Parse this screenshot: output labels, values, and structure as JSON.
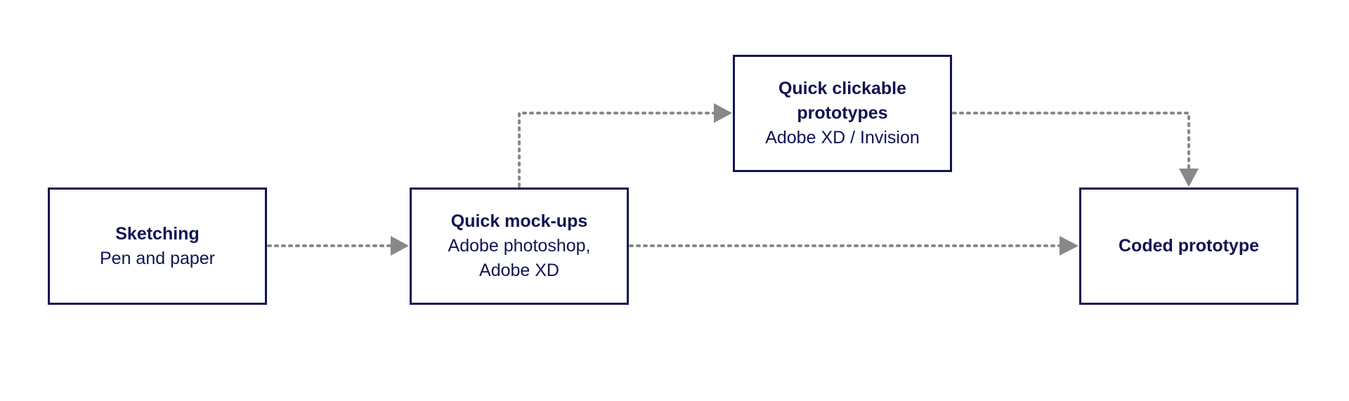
{
  "colors": {
    "box_border": "#0f1452",
    "text": "#0f1452",
    "connector": "#888888",
    "background": "#ffffff"
  },
  "nodes": {
    "sketching": {
      "title": "Sketching",
      "subtitle": "Pen and paper"
    },
    "mockups": {
      "title": "Quick mock-ups",
      "subtitle": "Adobe photoshop, Adobe XD"
    },
    "clickable": {
      "title": "Quick clickable prototypes",
      "subtitle": "Adobe XD / Invision"
    },
    "coded": {
      "title": "Coded prototype",
      "subtitle": ""
    }
  },
  "edges": [
    {
      "from": "sketching",
      "to": "mockups",
      "style": "dotted"
    },
    {
      "from": "mockups",
      "to": "clickable",
      "style": "dotted"
    },
    {
      "from": "mockups",
      "to": "coded",
      "style": "dotted"
    },
    {
      "from": "clickable",
      "to": "coded",
      "style": "dotted"
    }
  ]
}
